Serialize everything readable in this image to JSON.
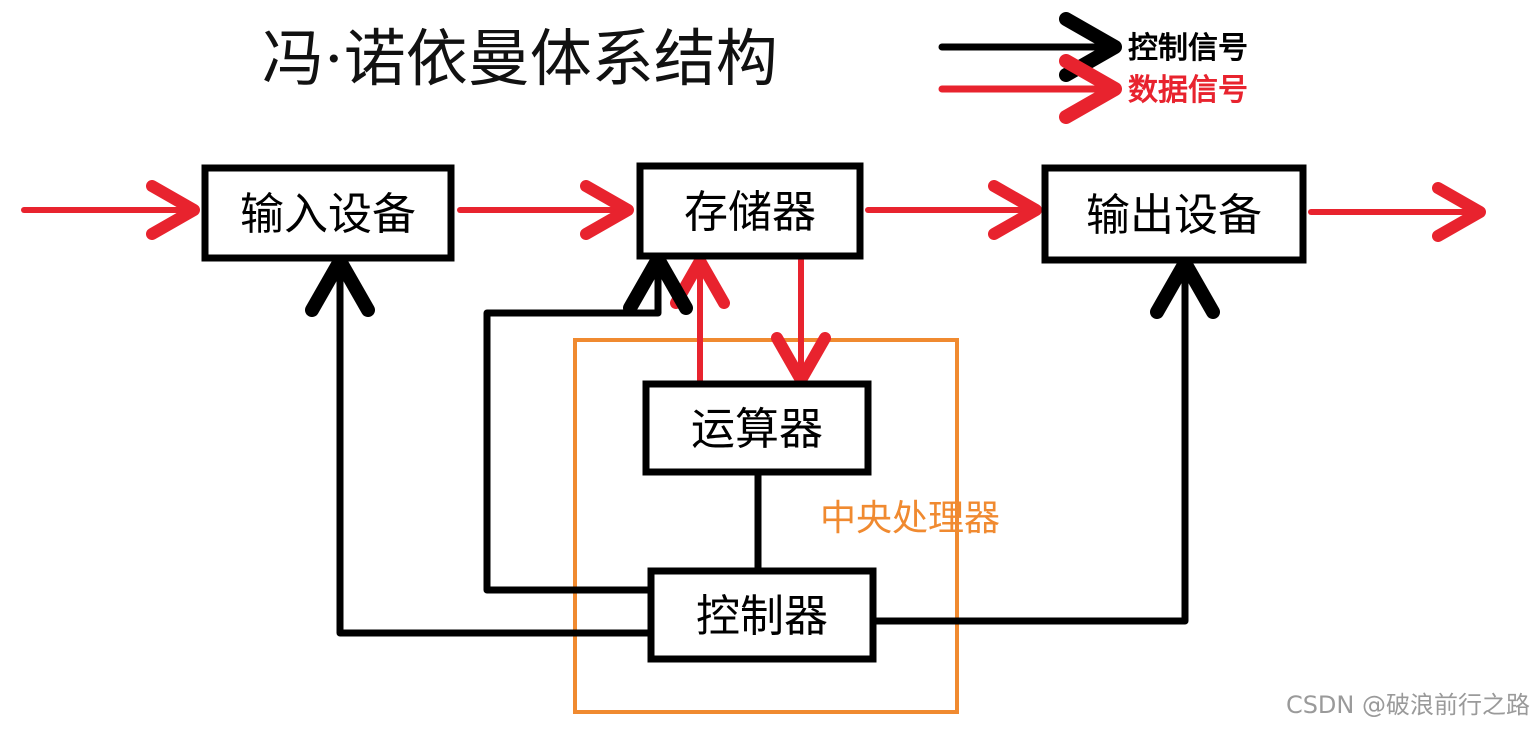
{
  "title": "冯·诺依曼体系结构",
  "legend": {
    "control_label": "控制信号",
    "data_label": "数据信号"
  },
  "colors": {
    "control": "#000000",
    "data": "#e8232e",
    "cpu": "#f08a30",
    "text": "#111111"
  },
  "nodes": {
    "input": "输入设备",
    "memory": "存储器",
    "output": "输出设备",
    "alu": "运算器",
    "controller": "控制器"
  },
  "cpu_label": "中央处理器",
  "watermark": "CSDN @破浪前行之路"
}
